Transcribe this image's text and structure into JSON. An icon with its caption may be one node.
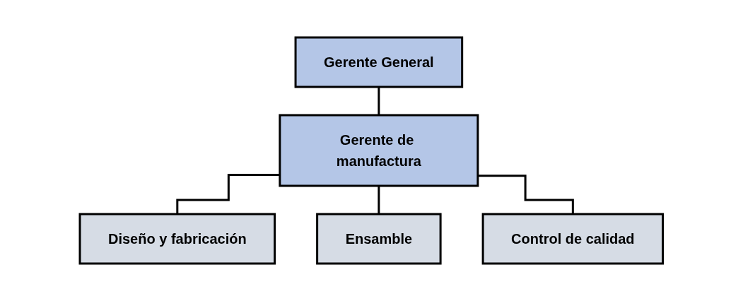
{
  "diagram": {
    "nodes": [
      {
        "text": [
          "Gerente General"
        ]
      },
      {
        "text": [
          "Gerente de manufactura"
        ]
      },
      {
        "text": [
          "Diseño y fabricación"
        ]
      },
      {
        "text": [
          "Ensamble"
        ]
      },
      {
        "text": [
          "Control de calidad"
        ]
      }
    ],
    "edges": [
      {
        "from": 0,
        "to": 1,
        "arrow": "none"
      },
      {
        "from": 1,
        "to": 2,
        "arrow": "none"
      },
      {
        "from": 1,
        "to": 3,
        "arrow": "none"
      },
      {
        "from": 1,
        "to": 4,
        "arrow": "none"
      }
    ]
  }
}
